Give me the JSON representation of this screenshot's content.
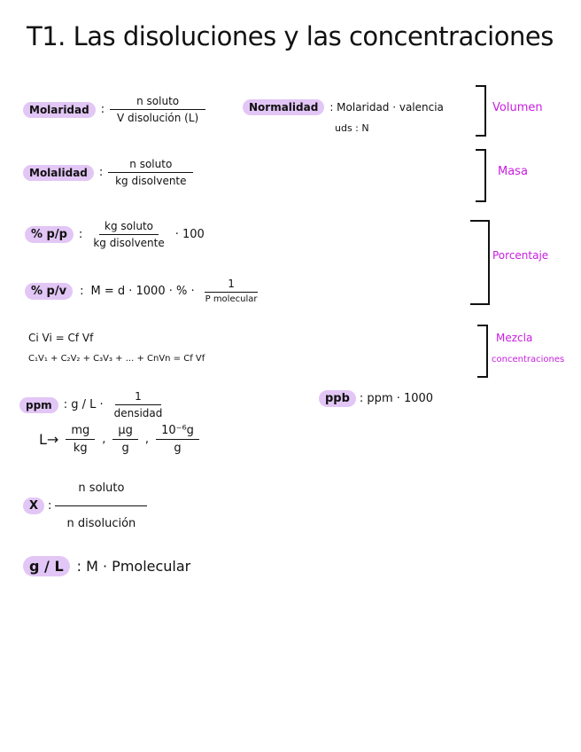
{
  "title": "T1. Las disoluciones y las concentraciones",
  "molaridad": {
    "label": "Molaridad",
    "num": "n soluto",
    "den": "V disolución (L)"
  },
  "normalidad": {
    "label": "Normalidad",
    "formula": ": Molaridad · valencia",
    "note": "uds : N"
  },
  "molalidad": {
    "label": "Molalidad",
    "num": "n soluto",
    "den": "kg disolvente"
  },
  "ppp": {
    "label": "% p/p",
    "num": "kg soluto",
    "den": "kg disolvente",
    "mult": "· 100"
  },
  "ppv": {
    "label": "% p/v",
    "formula": "M = d · 1000 · % ·",
    "num": "1",
    "den": "P molecular"
  },
  "mezcla": {
    "line1": "Ci Vi = Cf Vf",
    "line2": "C₁V₁ + C₂V₂ + C₃V₃ + ... + CnVn = Cf Vf"
  },
  "ppm": {
    "label": "ppm",
    "formula": ": g / L ·",
    "num": "1",
    "den": "densidad",
    "arrow": "L→",
    "units": [
      {
        "num": "mg",
        "den": "kg"
      },
      {
        "num": "μg",
        "den": "g"
      },
      {
        "num": "10⁻⁶g",
        "den": "g"
      }
    ]
  },
  "ppb": {
    "label": "ppb",
    "formula": ": ppm · 1000"
  },
  "fraccion": {
    "label": "X",
    "num": "n soluto",
    "den": "n disolución"
  },
  "gl": {
    "label": "g / L",
    "formula": ": M · Pmolecular"
  },
  "side_labels": {
    "volumen": "Volumen",
    "masa": "Masa",
    "porcentaje": "Porcentaje",
    "mezcla": "Mezcla",
    "concentraciones": "concentraciones"
  },
  "colors": {
    "highlight": "#e2c6f5",
    "accent": "#c81ee0"
  }
}
